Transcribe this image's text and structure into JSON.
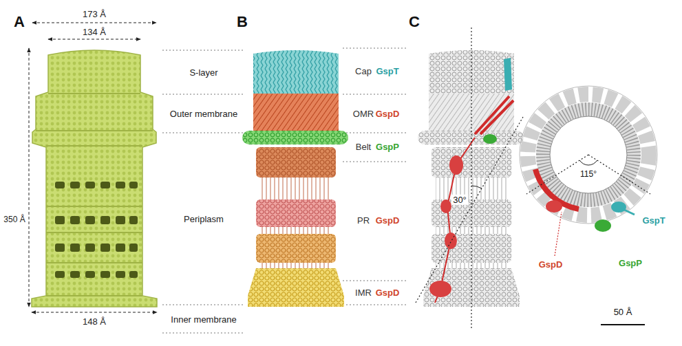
{
  "diagram": {
    "labels": [
      "A",
      "173 Å",
      "134 Å",
      "350 Å",
      "148 Å",
      "S-layer",
      "Outer membrane",
      "Periplasm",
      "Inner membrane",
      "B",
      "Cap",
      "GspT",
      "OMR",
      "GspD",
      "Belt",
      "GspP",
      "PR",
      "GspD",
      "IMR",
      "GspD",
      "C",
      "30°",
      "115°",
      "GspT",
      "GspP",
      "GspD",
      "50 Å"
    ]
  }
}
